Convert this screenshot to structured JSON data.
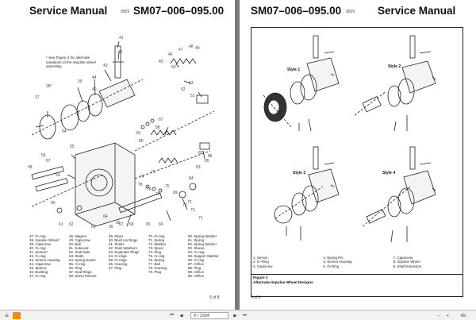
{
  "left_page": {
    "title": "Service Manual",
    "date_code": "0509",
    "doc_number": "SM07–006–095.00",
    "note": "* See Figure 2 for alternate variations of the impulse wheel assembly.",
    "callouts": [
      "41",
      "42",
      "43",
      "44",
      "45",
      "46",
      "47",
      "48",
      "49",
      "50",
      "51",
      "52",
      "53",
      "54",
      "55",
      "56",
      "57",
      "58",
      "59",
      "60",
      "61",
      "62",
      "63",
      "64",
      "65",
      "66",
      "67",
      "68",
      "69",
      "70",
      "71",
      "72",
      "73",
      "74",
      "75",
      "76",
      "77",
      "78",
      "79",
      "80",
      "81",
      "82",
      "83",
      "84",
      "85",
      "86",
      "87",
      "88",
      "38*",
      "37",
      "39",
      "40",
      "36",
      "35"
    ],
    "parts_columns": [
      [
        "37. O–ring",
        "38. Impulse Wheel*",
        "39. Capscrew",
        "40. O–ring",
        "41. Sensor*",
        "42. O–ring",
        "43. Sensor Housing",
        "44. Capscrew",
        "45. Spacer",
        "46. Bushing",
        "47. O–ring"
      ],
      [
        "48. Magnet",
        "49. Capscrew",
        "50. Ball",
        "51. Solenoid",
        "52. Seal Nuts",
        "53. Studs",
        "54. Spring Dowel",
        "55. O–ring",
        "56. Plug",
        "57. Seal Rings",
        "58. Servo Pistons"
      ],
      [
        "59. Pipes",
        "60. Back Up Rings",
        "61. Shims",
        "62. Shim Washers",
        "63. Expander Plugs",
        "64. O–rings",
        "65. O–rings",
        "66. Housing",
        "67. Plug"
      ],
      [
        "70. O–ring",
        "71. Spring",
        "72. Washer",
        "73. Spool",
        "74. Plug",
        "75. O–ring",
        "76. Spring",
        "77. Ball",
        "78. Housing",
        "79. Plug"
      ],
      [
        "80. Spring Washer",
        "81. Spring",
        "82. Spring Washer",
        "83. Sleeve",
        "84. O–ring",
        "85. Support Washer",
        "86. O–ring",
        "87. Orifice",
        "88. Plug",
        "89. Orifice",
        "90. Orifice"
      ]
    ],
    "page_footer": "5 of 8"
  },
  "right_page": {
    "doc_number": "SM07–006–095.00",
    "date_code": "0509",
    "title": "Service Manual",
    "styles": [
      "Style 1",
      "Style 2",
      "Style 3",
      "Style 4"
    ],
    "legend": [
      "1. Sensor",
      "2. O–Ring",
      "3. Capscrew",
      "4. Spring Pin",
      "5. Sensor Housing",
      "6. O–Ring",
      "7. Capscrew",
      "8. Impulse Wheel",
      "9. Shaft Extension"
    ],
    "figure_label": "Figure 2",
    "figure_caption": "Alternate Impulse Wheel Designs",
    "page_footer": "6 of 8"
  },
  "toolbar": {
    "page_indicator": "9 / 1204",
    "zoom": "65"
  }
}
